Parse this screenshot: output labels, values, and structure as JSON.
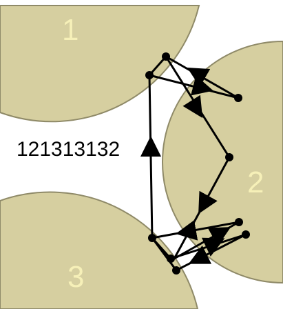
{
  "regions": [
    {
      "id": "region-1",
      "label": "1"
    },
    {
      "id": "region-2",
      "label": "2"
    },
    {
      "id": "region-3",
      "label": "3"
    }
  ],
  "sequence_label": "121313132",
  "colors": {
    "region_fill": "#d6cfa0",
    "region_stroke": "#8f8a68",
    "region_label": "#f6f0b8",
    "path": "#000000"
  }
}
